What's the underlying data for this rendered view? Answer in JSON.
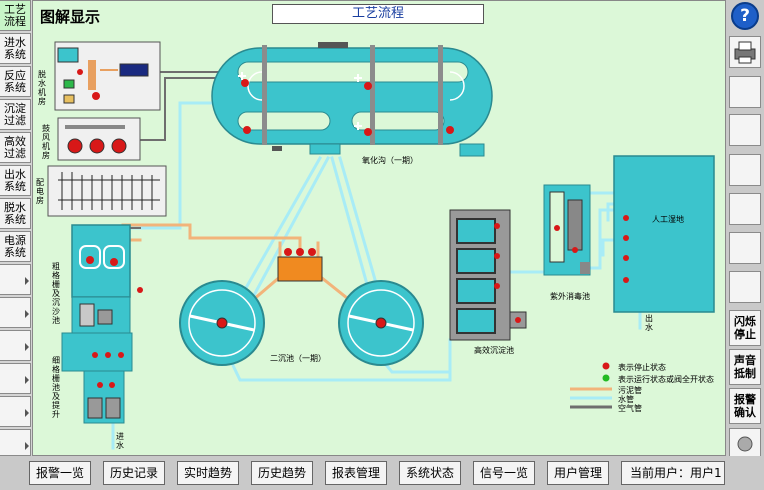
{
  "left_tabs": [
    {
      "label": "工艺\n流程",
      "active": true
    },
    {
      "label": "进水\n系统"
    },
    {
      "label": "反应\n系统"
    },
    {
      "label": "沉淀\n过滤"
    },
    {
      "label": "高效\n过滤"
    },
    {
      "label": "出水\n系统"
    },
    {
      "label": "脱水\n系统"
    },
    {
      "label": "电源\n系统"
    }
  ],
  "header": {
    "title": "图解显示",
    "process_button": "工艺流程"
  },
  "right_panel": {
    "flash_stop": "闪烁\n停止",
    "mute": "声音\n抵制",
    "alarm_ack": "报警\n确认"
  },
  "bottom_bar": {
    "buttons": [
      "报警一览",
      "历史记录",
      "实时趋势",
      "历史趋势",
      "报表管理",
      "系统状态",
      "信号一览",
      "用户管理"
    ],
    "user_label": "当前用户：",
    "user_value": "用户1"
  },
  "diagram": {
    "dewater_room": "脱水机房",
    "blower_room": "鼓风机房",
    "power_room": "配电房",
    "oxidation_ditch": "氧化沟（一期）",
    "secondary_clarifier": "二沉池（一期）",
    "hi_eff_sed": "高效沉淀池",
    "uv_disinfection": "紫外消毒池",
    "wetland": "人工湿地",
    "outlet": "出水",
    "coarse_screen": "粗格栅及沉沙池",
    "fine_screen": "细格栅池及提升",
    "inlet": "进水",
    "legend": {
      "stop": "表示停止状态",
      "run": "表示运行状态或阀全开状态",
      "sewage": "污泥管",
      "water": "水管",
      "air": "空气管"
    }
  },
  "colors": {
    "bg": "#dcf8d8",
    "equipment": "#3cc4cc",
    "sewage": "#f2b47a",
    "water": "#a8ecf6",
    "air": "#6e6e6e",
    "stop": "#d81818",
    "run": "#22bb22"
  }
}
